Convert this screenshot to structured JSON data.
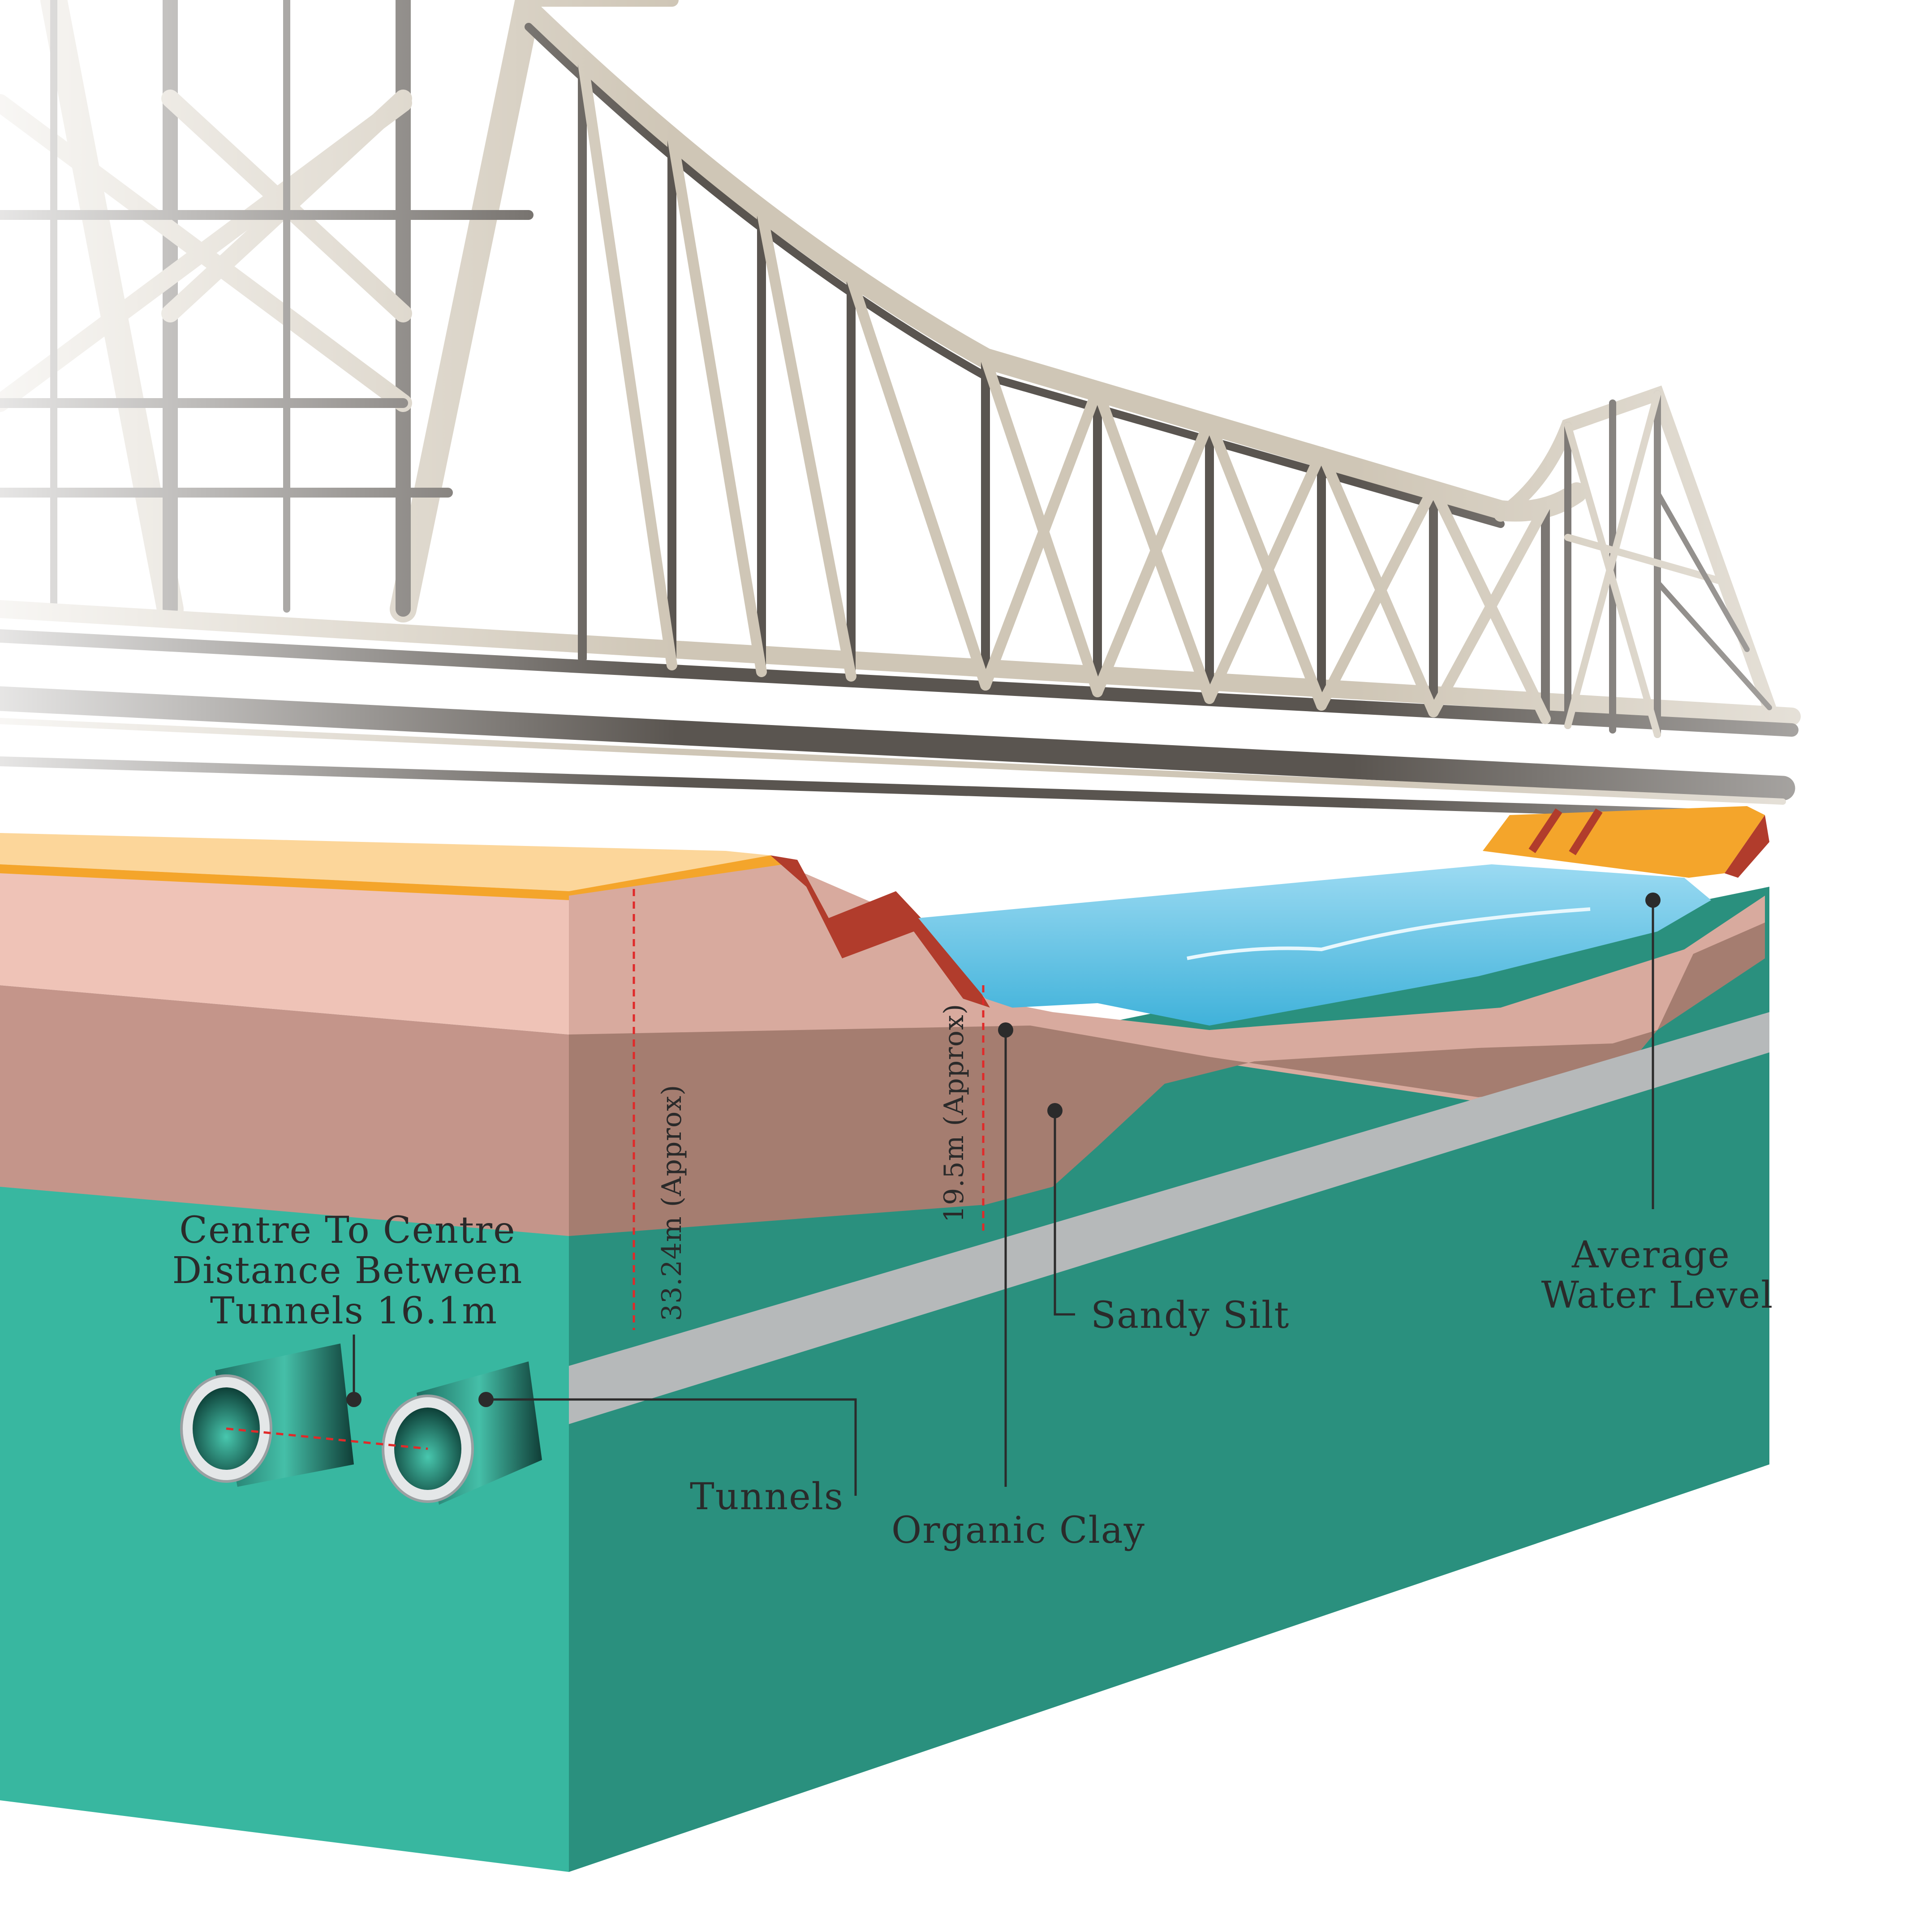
{
  "labels": {
    "centre_distance": [
      "Centre To Centre",
      "Distance Between",
      "Tunnels 16.1m"
    ],
    "tunnels": "Tunnels",
    "organic_clay": "Organic Clay",
    "sandy_silt": "Sandy Silt",
    "water_level": [
      "Average",
      "Water Level"
    ],
    "depth_left": "33.24m (Approx)",
    "depth_right": "19.5m (Approx)"
  },
  "colors": {
    "topsoil": "#f4a52b",
    "topsoil_light": "#fcd69a",
    "soil_top": "#efc3b7",
    "soil_top_side": "#d8aa9e",
    "clay_brown": "#c4958a",
    "clay_brown_side": "#a57d70",
    "teal_front": "#38b7a0",
    "teal_side": "#2a907e",
    "grey_band": "#b6b9ba",
    "water_light": "#8fd4ef",
    "water_dark": "#3fb3da",
    "bank_red": "#b13c2c",
    "dimension_red": "#e02a2a",
    "bridge_steel": "#5a5550"
  },
  "icons": [
    "tunnel-pipe-icon",
    "bridge-truss-illustration"
  ]
}
